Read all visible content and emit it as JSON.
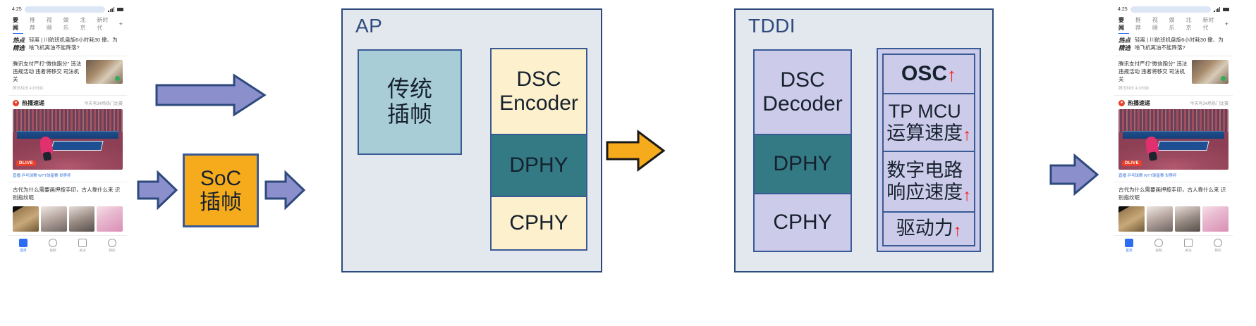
{
  "diagram": {
    "type": "block-diagram",
    "title": "AP to TDDI frame interpolation signal chain"
  },
  "ap": {
    "title": "AP",
    "legacy_block": "传统\n插帧",
    "phy_stack": [
      {
        "label": "DSC\nEncoder",
        "color": "#fdf0cd"
      },
      {
        "label": "DPHY",
        "color": "#337a85"
      },
      {
        "label": "CPHY",
        "color": "#fdf0cd"
      }
    ]
  },
  "soc": {
    "label": "SoC\n插帧",
    "color": "#f5ab1c"
  },
  "tddi": {
    "title": "TDDI",
    "phy_stack": [
      {
        "label": "DSC\nDecoder",
        "color": "#ccccea"
      },
      {
        "label": "DPHY",
        "color": "#337a85"
      },
      {
        "label": "CPHY",
        "color": "#ccccea"
      }
    ],
    "features": [
      {
        "text": "OSC",
        "arrow": "↑",
        "size": "big"
      },
      {
        "text": "TP MCU\n运算速度",
        "arrow": "↑",
        "size": "mid"
      },
      {
        "text": "数字电路\n响应速度",
        "arrow": "↑",
        "size": "mid"
      },
      {
        "text": "驱动力",
        "arrow": "↑",
        "size": "mid"
      }
    ],
    "increase_arrow_color": "#fb1c1c"
  },
  "arrows": [
    {
      "name": "phone-to-ap-top",
      "color": "#8b90cc",
      "border": "#2e4a7d"
    },
    {
      "name": "phone-to-soc",
      "color": "#8b90cc",
      "border": "#2e4a7d"
    },
    {
      "name": "soc-to-ap",
      "color": "#8b90cc",
      "border": "#2e4a7d"
    },
    {
      "name": "ap-to-tddi",
      "color": "#f5ab1c",
      "border": "#1a1a1a"
    },
    {
      "name": "tddi-to-phone",
      "color": "#8b90cc",
      "border": "#2e4a7d"
    }
  ],
  "phone": {
    "status_time": "4:25",
    "tabs": [
      "要闻",
      "推荐",
      "视频",
      "娱乐",
      "北京",
      "新时代"
    ],
    "tab_add": "+",
    "hot_badge": "热点\n精选",
    "hot_text": "轻离 | 川航班机盘旋6小时耗30\n撒、为啥飞机离油不能降落?",
    "article1_title": "腾讯支付严打\"微信跑分\"\n违法违规活动 违者将移交\n司法机关",
    "article1_meta": "腾讯科技  4小时前",
    "live_label": "热播速递",
    "live_right": "今天有34场热门比赛",
    "live_right_count": "34",
    "live_badge": "DLIVE",
    "live_meta": "直播  乒乓球赛  WTT球星赛  世界杯",
    "article2_title": "古代为什么需要画押按手印，古人靠什么来\n识别指纹呢",
    "nav": [
      {
        "label": "首页",
        "icon": "home-icon",
        "active": true
      },
      {
        "label": "视频",
        "icon": "video-icon",
        "active": false
      },
      {
        "label": "关注",
        "icon": "follow-icon",
        "active": false
      },
      {
        "label": "我的",
        "icon": "profile-icon",
        "active": false
      }
    ]
  }
}
